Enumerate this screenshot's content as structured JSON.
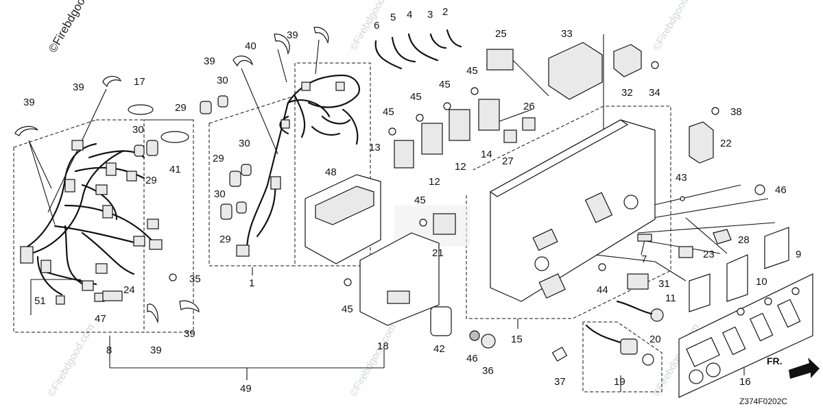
{
  "diagram": {
    "watermark": "©Firebdgood",
    "watermark_faint": "©Firebdgood.com",
    "drawing_code": "Z374F0202C",
    "direction_label": "FR.",
    "labels": {
      "l1": "1",
      "l2": "2",
      "l3": "3",
      "l4": "4",
      "l5": "5",
      "l6": "6",
      "l7": "7",
      "l8": "8",
      "l9": "9",
      "l10": "10",
      "l11": "11",
      "l12a": "12",
      "l12b": "12",
      "l13": "13",
      "l14": "14",
      "l15": "15",
      "l16": "16",
      "l17": "17",
      "l18": "18",
      "l19": "19",
      "l20": "20",
      "l21": "21",
      "l22": "22",
      "l23": "23",
      "l24": "24",
      "l25": "25",
      "l26": "26",
      "l27": "27",
      "l28": "28",
      "l29a": "29",
      "l29b": "29",
      "l29c": "29",
      "l29d": "29",
      "l30a": "30",
      "l30b": "30",
      "l30c": "30",
      "l30d": "30",
      "l31": "31",
      "l32": "32",
      "l33": "33",
      "l34": "34",
      "l35": "35",
      "l36": "36",
      "l37": "37",
      "l38": "38",
      "l39a": "39",
      "l39b": "39",
      "l39c": "39",
      "l39d": "39",
      "l39e": "39",
      "l39f": "39",
      "l40": "40",
      "l41": "41",
      "l42": "42",
      "l43": "43",
      "l44": "44",
      "l45a": "45",
      "l45b": "45",
      "l45c": "45",
      "l45d": "45",
      "l45e": "45",
      "l45f": "45",
      "l46a": "46",
      "l46b": "46",
      "l47": "47",
      "l48": "48",
      "l49": "49",
      "l51": "51"
    }
  }
}
